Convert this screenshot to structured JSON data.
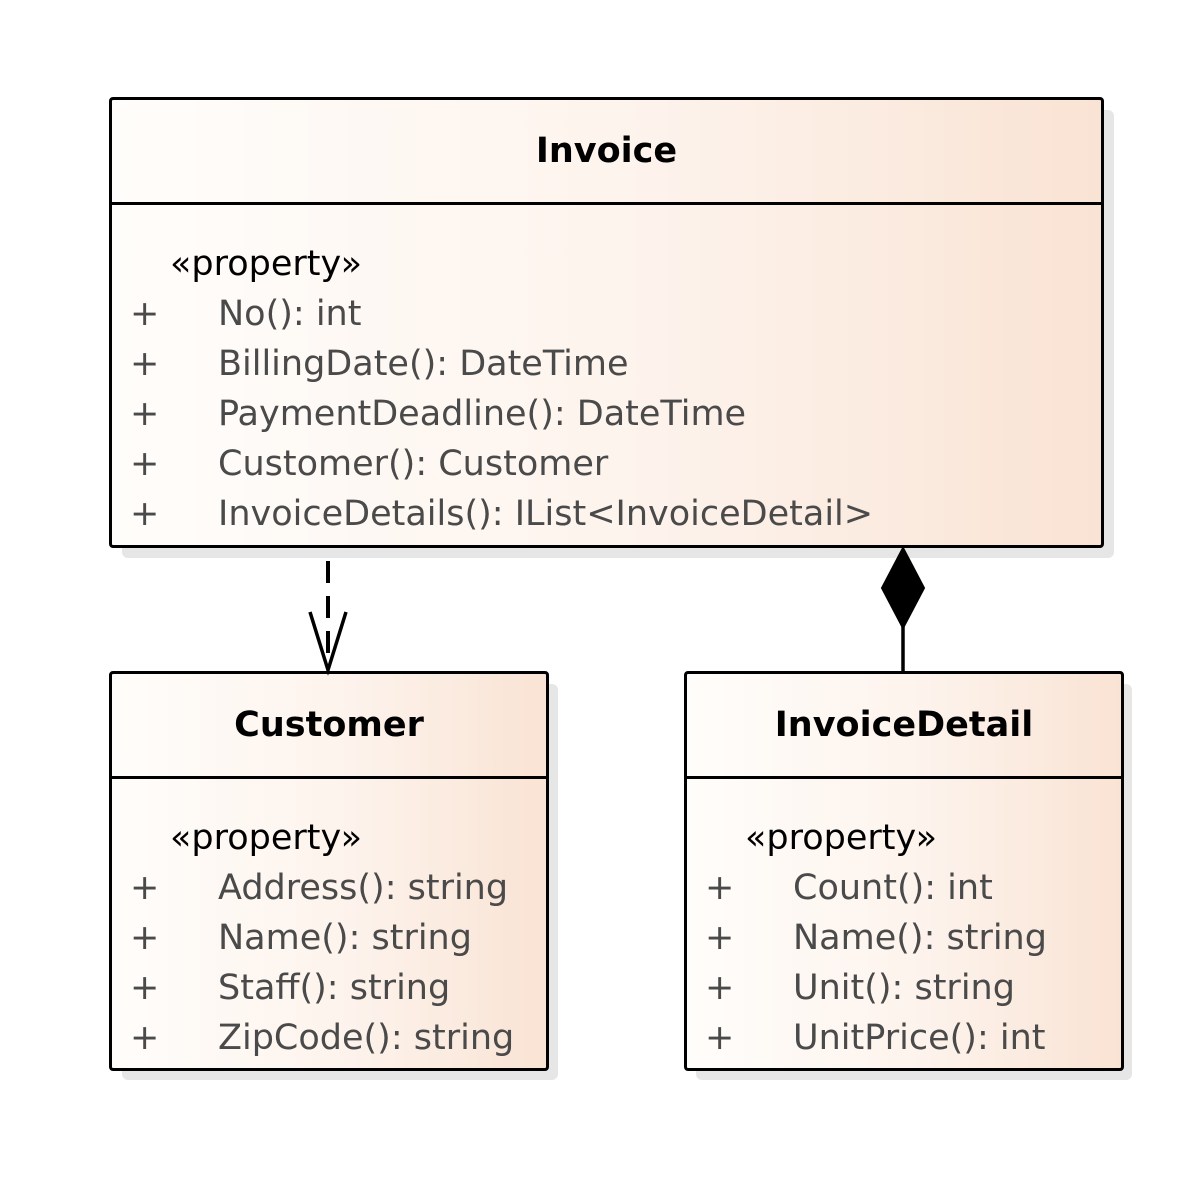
{
  "classes": {
    "invoice": {
      "name": "Invoice",
      "stereotype": "«property»",
      "members": [
        {
          "vis": "+",
          "text": "No(): int"
        },
        {
          "vis": "+",
          "text": "BillingDate(): DateTime"
        },
        {
          "vis": "+",
          "text": "PaymentDeadline(): DateTime"
        },
        {
          "vis": "+",
          "text": "Customer(): Customer"
        },
        {
          "vis": "+",
          "text": "InvoiceDetails(): IList<InvoiceDetail>"
        }
      ]
    },
    "customer": {
      "name": "Customer",
      "stereotype": "«property»",
      "members": [
        {
          "vis": "+",
          "text": "Address(): string"
        },
        {
          "vis": "+",
          "text": "Name(): string"
        },
        {
          "vis": "+",
          "text": "Staff(): string"
        },
        {
          "vis": "+",
          "text": "ZipCode(): string"
        }
      ]
    },
    "invoice_detail": {
      "name": "InvoiceDetail",
      "stereotype": "«property»",
      "members": [
        {
          "vis": "+",
          "text": "Count(): int"
        },
        {
          "vis": "+",
          "text": "Name(): string"
        },
        {
          "vis": "+",
          "text": "Unit(): string"
        },
        {
          "vis": "+",
          "text": "UnitPrice(): int"
        }
      ]
    }
  },
  "relations": [
    {
      "type": "dependency",
      "from": "Invoice",
      "to": "Customer"
    },
    {
      "type": "composition",
      "from": "Invoice",
      "to": "InvoiceDetail"
    }
  ]
}
